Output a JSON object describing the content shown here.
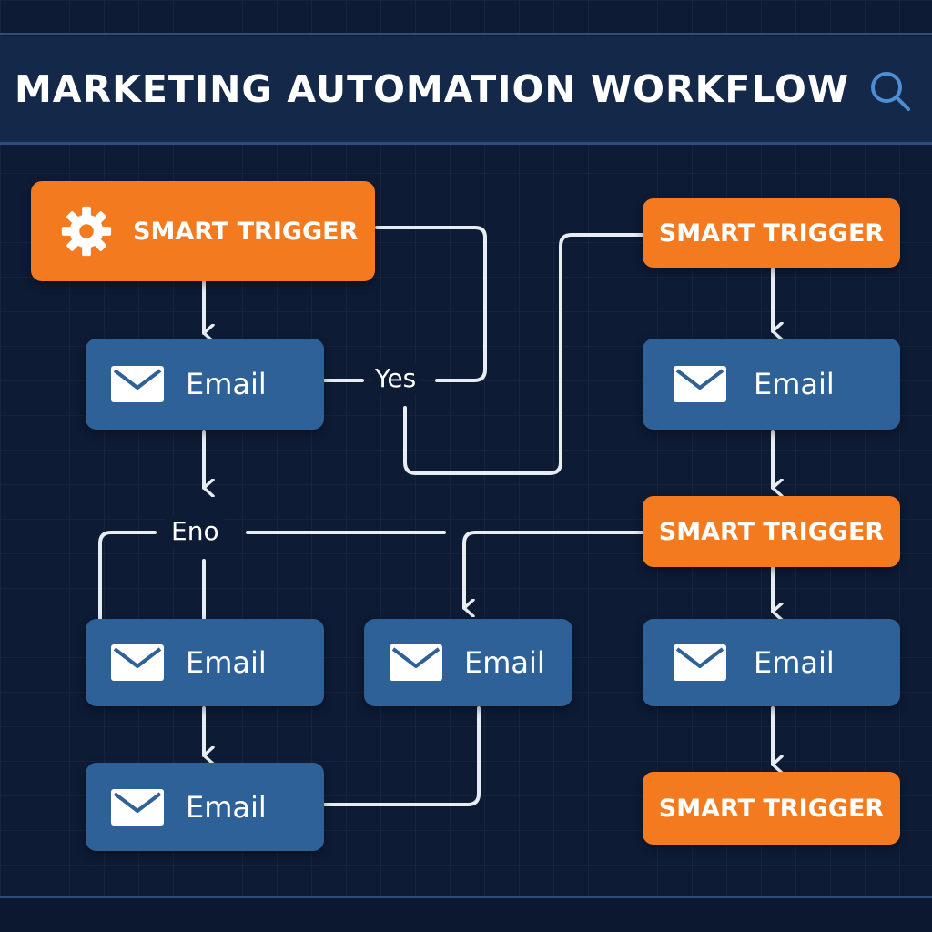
{
  "header": {
    "title": "MARKETING AUTOMATION WORKFLOW",
    "search_icon": "search-icon"
  },
  "colors": {
    "background": "#0e1b35",
    "header": "#14284a",
    "trigger": "#f47a1f",
    "email": "#2f6199",
    "connector": "#e8edf3"
  },
  "nodes": {
    "trigger_main": {
      "label": "SMART TRIGGER",
      "icon": "gear-icon"
    },
    "email_1": {
      "label": "Email",
      "icon": "envelope-icon"
    },
    "email_2": {
      "label": "Email",
      "icon": "envelope-icon"
    },
    "email_3": {
      "label": "Email",
      "icon": "envelope-icon"
    },
    "email_4": {
      "label": "Email",
      "icon": "envelope-icon"
    },
    "trigger_right_1": {
      "label": "SMART TRIGGER"
    },
    "email_right_1": {
      "label": "Email",
      "icon": "envelope-icon"
    },
    "trigger_right_2": {
      "label": "SMART TRIGGER"
    },
    "email_right_2": {
      "label": "Email",
      "icon": "envelope-icon"
    },
    "trigger_right_3": {
      "label": "SMART TRIGGER"
    }
  },
  "edges": {
    "yes_label": "Yes",
    "eno_label": "Eno"
  }
}
